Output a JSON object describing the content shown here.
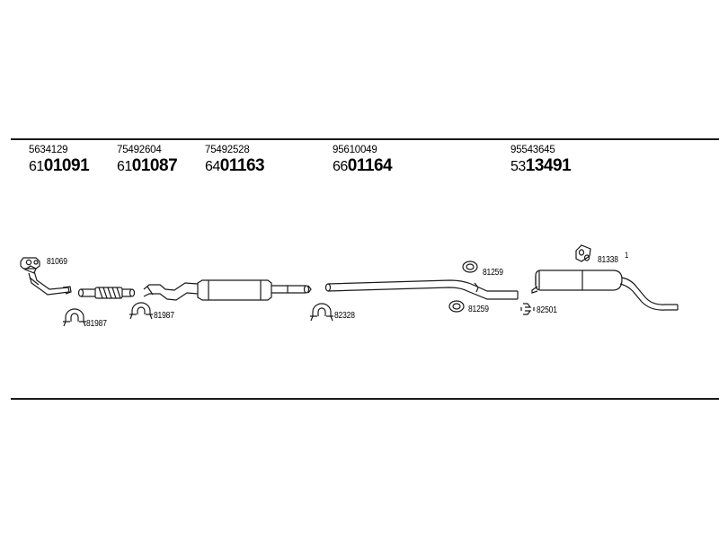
{
  "headers": [
    {
      "oe_number": "5634129",
      "prefix": "61",
      "number": "01091"
    },
    {
      "oe_number": "75492604",
      "prefix": "61",
      "number": "01087"
    },
    {
      "oe_number": "75492528",
      "prefix": "64",
      "number": "01163"
    },
    {
      "oe_number": "95610049",
      "prefix": "66",
      "number": "01164"
    },
    {
      "oe_number": "95543645",
      "prefix": "53",
      "number": "13491"
    }
  ],
  "labels": {
    "gasket_81069": "81069",
    "clamp_81987_a": "81987",
    "clamp_81987_b": "81987",
    "clamp_82328": "82328",
    "ring_81259_a": "81259",
    "ring_81259_b": "81259",
    "mount_81338": "81338",
    "mount_81338_qty": "1",
    "clamp_82501": "82501"
  }
}
